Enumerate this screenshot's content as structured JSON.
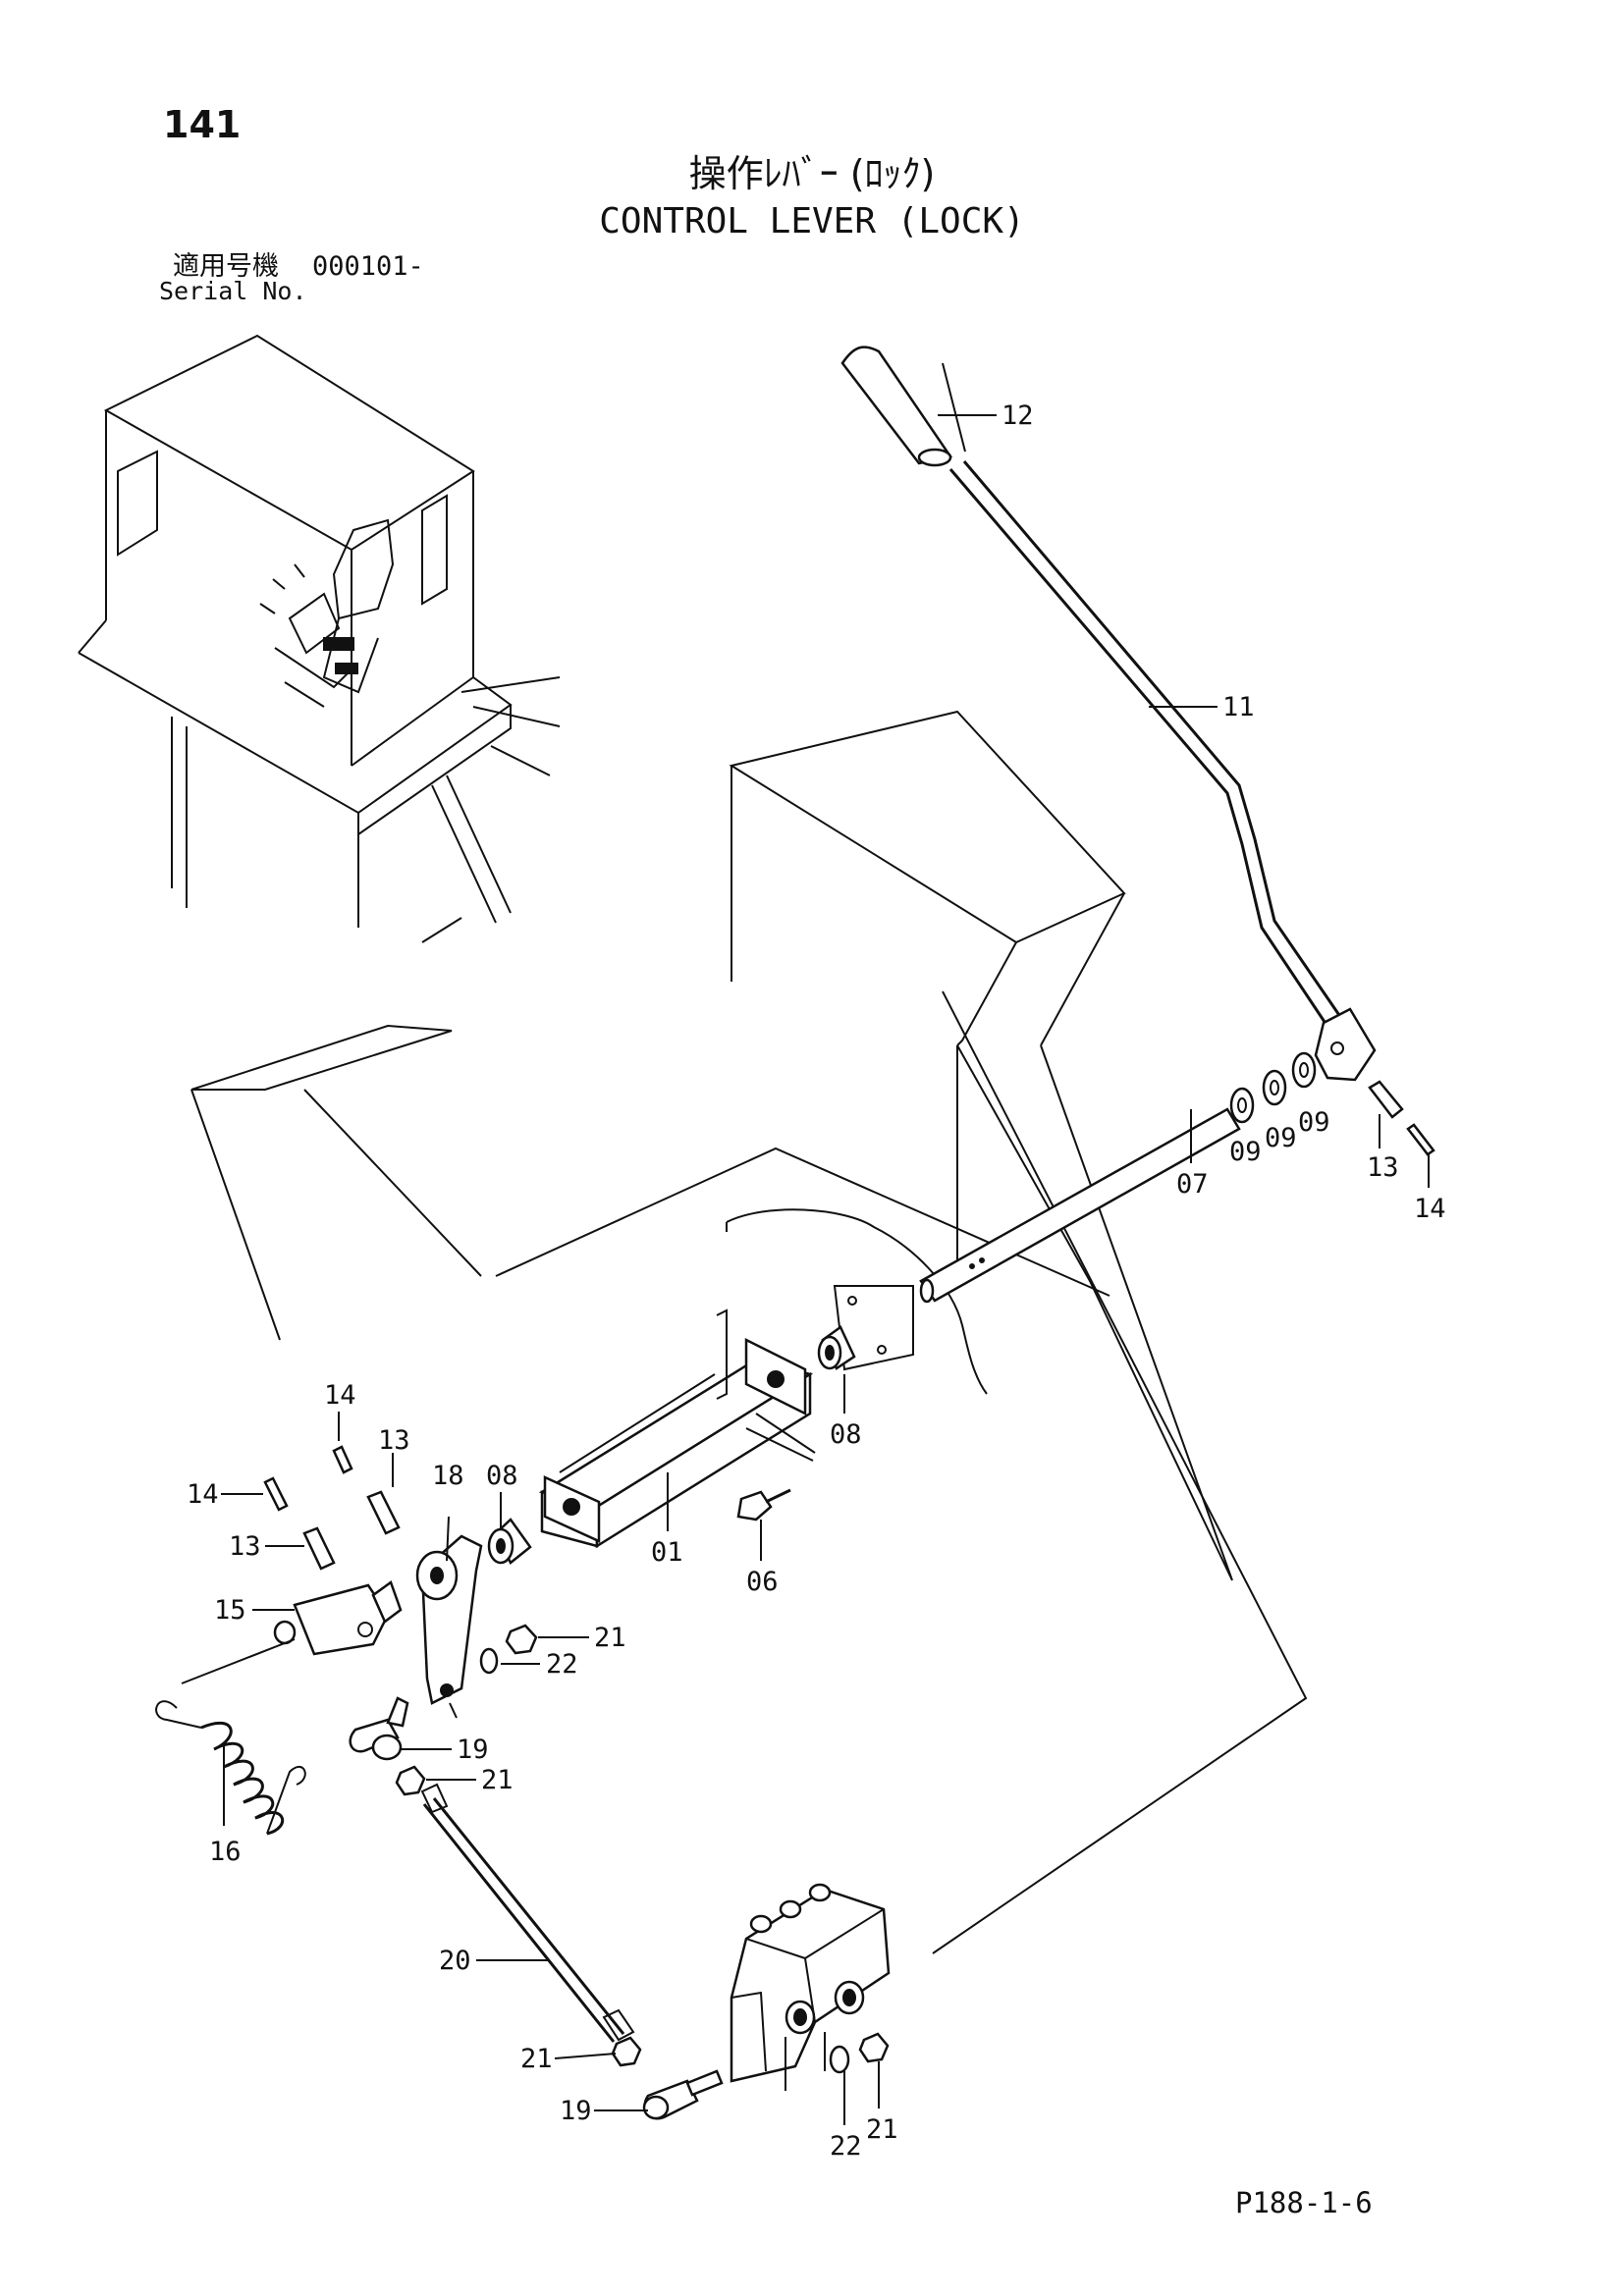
{
  "page": {
    "number": "141",
    "title_ja": "操作ﾚﾊﾞｰ (ﾛｯｸ)",
    "title_en": "CONTROL LEVER (LOCK)",
    "serial_label_ja": "適用号機",
    "serial_value": "000101-",
    "serial_label_en": "Serial No.",
    "drawing_code": "P188-1-6"
  },
  "callouts": {
    "c01": "01",
    "c06": "06",
    "c07": "07",
    "c08a": "08",
    "c08b": "08",
    "c09a": "09",
    "c09b": "09",
    "c09c": "09",
    "c11": "11",
    "c12": "12",
    "c13a": "13",
    "c13b": "13",
    "c13c": "13",
    "c14a": "14",
    "c14b": "14",
    "c14c": "14",
    "c15": "15",
    "c16": "16",
    "c18": "18",
    "c19a": "19",
    "c19b": "19",
    "c20": "20",
    "c21a": "21",
    "c21b": "21",
    "c21c": "21",
    "c21d": "21",
    "c22a": "22",
    "c22b": "22"
  }
}
